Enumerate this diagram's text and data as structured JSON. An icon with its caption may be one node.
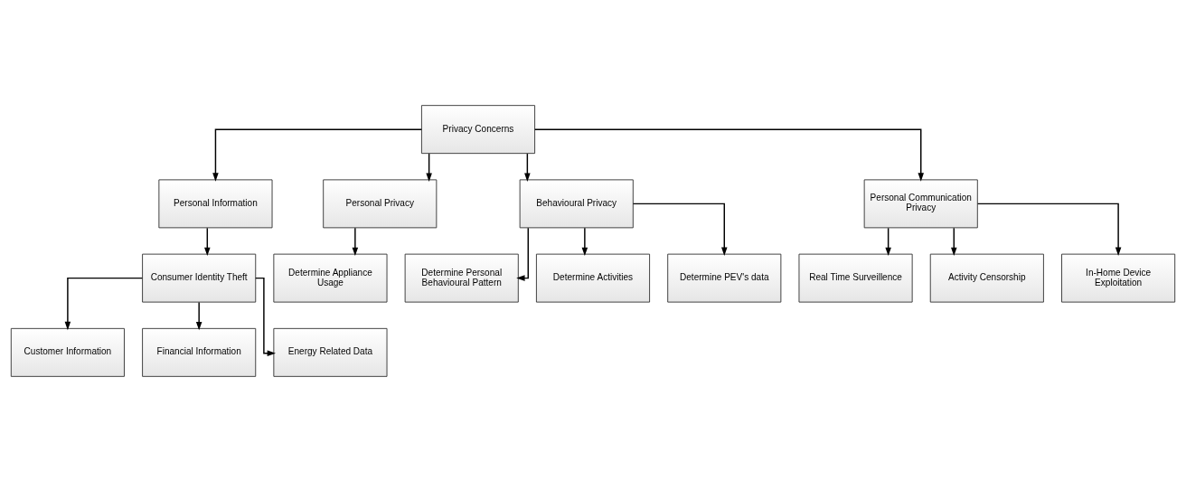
{
  "diagram": {
    "nodes": [
      {
        "text": [
          "Privacy Concerns"
        ]
      },
      {
        "text": [
          "Personal Information"
        ]
      },
      {
        "text": [
          "Personal Privacy"
        ]
      },
      {
        "text": [
          "Behavioural Privacy"
        ]
      },
      {
        "text": [
          "Personal Communication Privacy"
        ]
      },
      {
        "text": [
          "Consumer Identity Theft"
        ]
      },
      {
        "text": [
          "Determine Appliance Usage"
        ]
      },
      {
        "text": [
          "Customer Information"
        ]
      },
      {
        "text": [
          "Financial Information"
        ]
      },
      {
        "text": [
          "Energy Related Data"
        ]
      },
      {
        "text": [
          "Determine Personal Behavioural Pattern"
        ]
      },
      {
        "text": [
          "Determine Activities"
        ]
      },
      {
        "text": [
          "Determine PEV's data"
        ]
      },
      {
        "text": [
          "Real Time Surveillence"
        ]
      },
      {
        "text": [
          "Activity Censorship"
        ]
      },
      {
        "text": [
          "In-Home Device Exploitation"
        ]
      }
    ],
    "edges": [
      {
        "from": 0,
        "to": 1,
        "arrow": "to"
      },
      {
        "from": 0,
        "to": 2,
        "arrow": "to"
      },
      {
        "from": 0,
        "to": 3,
        "arrow": "to"
      },
      {
        "from": 0,
        "to": 4,
        "arrow": "to"
      },
      {
        "from": 1,
        "to": 5,
        "arrow": "to"
      },
      {
        "from": 2,
        "to": 6,
        "arrow": "to"
      },
      {
        "from": 5,
        "to": 7,
        "arrow": "to"
      },
      {
        "from": 5,
        "to": 8,
        "arrow": "to"
      },
      {
        "from": 5,
        "to": 9,
        "arrow": "to"
      },
      {
        "from": 3,
        "to": 10,
        "arrow": "to"
      },
      {
        "from": 3,
        "to": 11,
        "arrow": "to"
      },
      {
        "from": 3,
        "to": 12,
        "arrow": "to"
      },
      {
        "from": 4,
        "to": 13,
        "arrow": "to"
      },
      {
        "from": 4,
        "to": 14,
        "arrow": "to"
      },
      {
        "from": 4,
        "to": 15,
        "arrow": "to"
      }
    ]
  }
}
